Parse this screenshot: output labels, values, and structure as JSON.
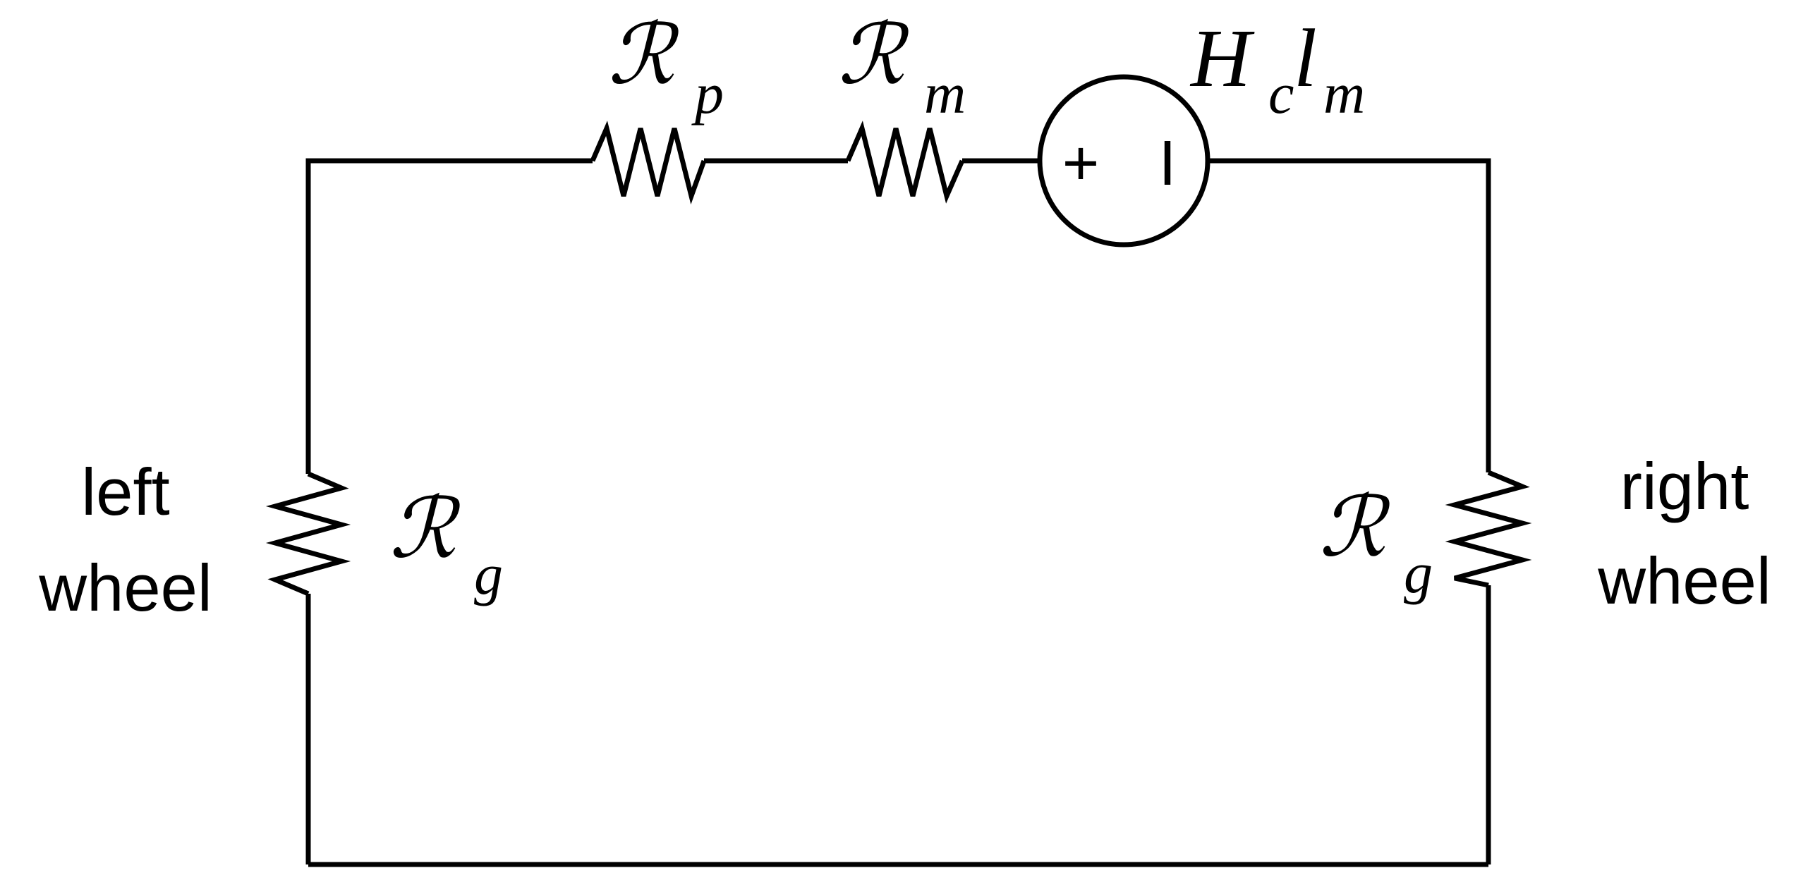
{
  "labels": {
    "left_line1": "left",
    "left_line2": "wheel",
    "right_line1": "right",
    "right_line2": "wheel"
  },
  "symbols": {
    "reluctance_glyph": "ℛ",
    "rp_sub": "p",
    "rm_sub": "m",
    "rg_sub": "g",
    "source_h": "H",
    "source_c": "c",
    "source_l": "l",
    "source_m": "m"
  },
  "source": {
    "plus": "+",
    "minus": "I"
  },
  "colors": {
    "stroke": "#000000",
    "background": "#ffffff"
  }
}
